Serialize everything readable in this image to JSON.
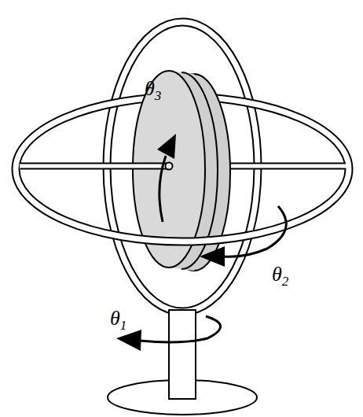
{
  "diagram": {
    "labels": [
      "θ3",
      "θ2",
      "θ1"
    ]
  }
}
